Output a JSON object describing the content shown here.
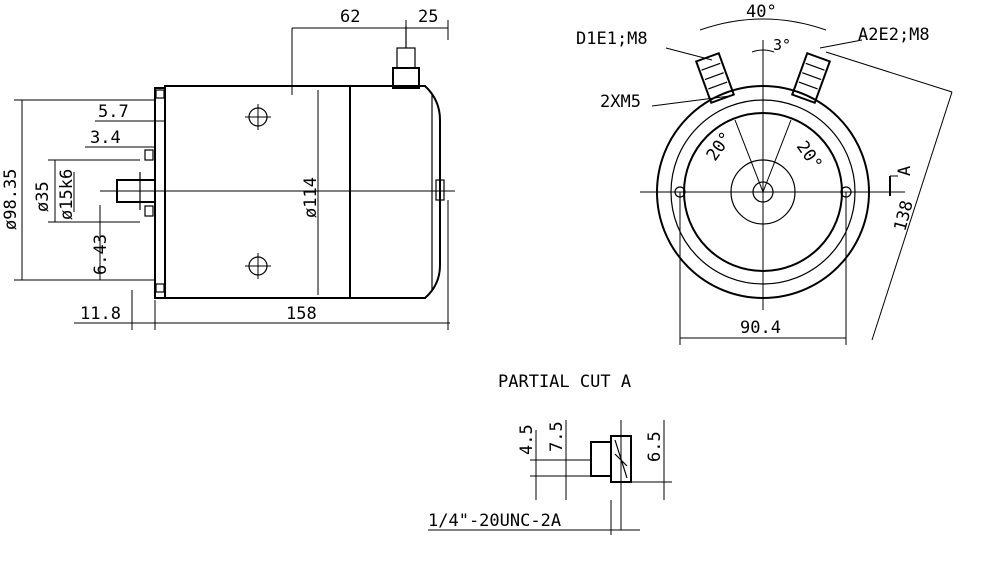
{
  "side_view": {
    "dim_62": "62",
    "dim_25": "25",
    "dim_5_7": "5.7",
    "dim_3_4": "3.4",
    "dim_d98_35": "ø98.35",
    "dim_d35": "ø35",
    "dim_d15k6": "ø15k6",
    "dim_6_43": "6.43",
    "dim_d114": "ø114",
    "dim_11_8": "11.8",
    "dim_158": "158"
  },
  "end_view": {
    "terminal_left": "D1E1;M8",
    "terminal_right": "A2E2;M8",
    "angle_40": "40°",
    "angle_3": "3°",
    "mounting_screws": "2XM5",
    "angle_20_left": "20°",
    "angle_20_right": "20°",
    "section_marker": "A",
    "dim_138": "138",
    "dim_90_4": "90.4"
  },
  "partial_cut": {
    "title": "PARTIAL CUT A",
    "dim_4_5": "4.5",
    "dim_7_5": "7.5",
    "dim_6_5": "6.5",
    "thread": "1/4\"-20UNC-2A"
  }
}
